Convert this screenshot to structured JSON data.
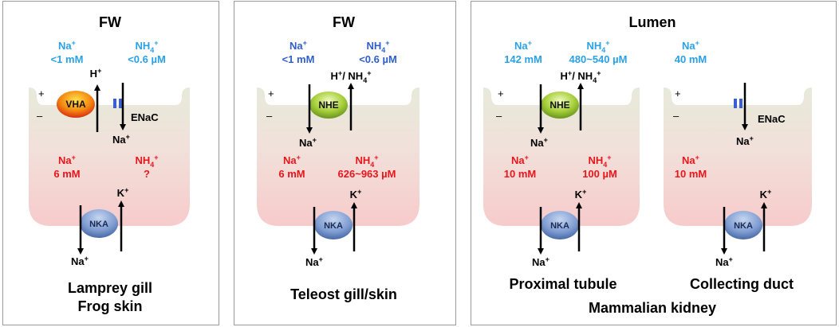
{
  "panels": [
    {
      "title": "FW",
      "outside": [
        {
          "ion": "Na",
          "sup": "+",
          "value": "<1 mM"
        },
        {
          "ion": "NH",
          "sub": "4",
          "sup": "+",
          "value": "<0.6 µM"
        }
      ],
      "inside": [
        {
          "ion": "Na",
          "sup": "+",
          "value": "6 mM"
        },
        {
          "ion": "NH",
          "sub": "4",
          "sup": "+",
          "value": "?"
        }
      ],
      "apical_protein": "VHA",
      "apical_channel": "ENaC",
      "apical_out_label": {
        "ion": "H",
        "sup": "+"
      },
      "apical_in_label": {
        "ion": "Na",
        "sup": "+"
      },
      "basal_protein": "NKA",
      "basal_in_label": {
        "ion": "K",
        "sup": "+"
      },
      "basal_out_label": {
        "ion": "Na",
        "sup": "+"
      },
      "plus": "+",
      "minus": "–",
      "captions": [
        "Lamprey gill",
        "Frog skin"
      ]
    },
    {
      "title": "FW",
      "outside": [
        {
          "ion": "Na",
          "sup": "+",
          "value": "<1 mM"
        },
        {
          "ion": "NH",
          "sub": "4",
          "sup": "+",
          "value": "<0.6 µM"
        }
      ],
      "inside": [
        {
          "ion": "Na",
          "sup": "+",
          "value": "6 mM"
        },
        {
          "ion": "NH",
          "sub": "4",
          "sup": "+",
          "value": "626~963 µM"
        }
      ],
      "apical_protein": "NHE",
      "apical_out_label": "H+/ NH4+",
      "apical_in_label": {
        "ion": "Na",
        "sup": "+"
      },
      "basal_protein": "NKA",
      "basal_in_label": {
        "ion": "K",
        "sup": "+"
      },
      "basal_out_label": {
        "ion": "Na",
        "sup": "+"
      },
      "plus": "+",
      "minus": "–",
      "captions": [
        "Teleost gill/skin"
      ]
    },
    {
      "title": "Lumen",
      "cells": [
        {
          "outside": [
            {
              "ion": "Na",
              "sup": "+",
              "value": "142 mM"
            },
            {
              "ion": "NH",
              "sub": "4",
              "sup": "+",
              "value": "480~540 µM"
            }
          ],
          "inside": [
            {
              "ion": "Na",
              "sup": "+",
              "value": "10 mM"
            },
            {
              "ion": "NH",
              "sub": "4",
              "sup": "+",
              "value": "100 µM"
            }
          ],
          "apical_protein": "NHE",
          "apical_out_label": "H+/ NH4+",
          "apical_in_label": {
            "ion": "Na",
            "sup": "+"
          },
          "basal_protein": "NKA",
          "basal_in_label": {
            "ion": "K",
            "sup": "+"
          },
          "basal_out_label": {
            "ion": "Na",
            "sup": "+"
          },
          "plus": "+",
          "minus": "–",
          "caption": "Proximal tubule"
        },
        {
          "outside": [
            {
              "ion": "Na",
              "sup": "+",
              "value": "40 mM"
            }
          ],
          "inside": [
            {
              "ion": "Na",
              "sup": "+",
              "value": "10 mM"
            }
          ],
          "apical_channel": "ENaC",
          "apical_in_label": {
            "ion": "Na",
            "sup": "+"
          },
          "basal_protein": "NKA",
          "basal_in_label": {
            "ion": "K",
            "sup": "+"
          },
          "basal_out_label": {
            "ion": "Na",
            "sup": "+"
          },
          "plus": "+",
          "minus": "–",
          "caption": "Collecting duct"
        }
      ],
      "group_caption": "Mammalian kidney"
    }
  ],
  "colors": {
    "outside_ion": "#2aa1e6",
    "outside_ion_teleost": "#2f5fc8",
    "inside_ion": "#e8151b",
    "cell_top": "#e6eadb",
    "cell_bottom": "#f6cbcb",
    "vha_inner": "#ffd21a",
    "vha_outer": "#e02a12",
    "nhe_inner": "#e9f7a8",
    "nhe_outer": "#6e9c1f",
    "nka_inner": "#b6c9ea",
    "nka_outer": "#4c6fae",
    "channel": "#3a5fd0"
  }
}
